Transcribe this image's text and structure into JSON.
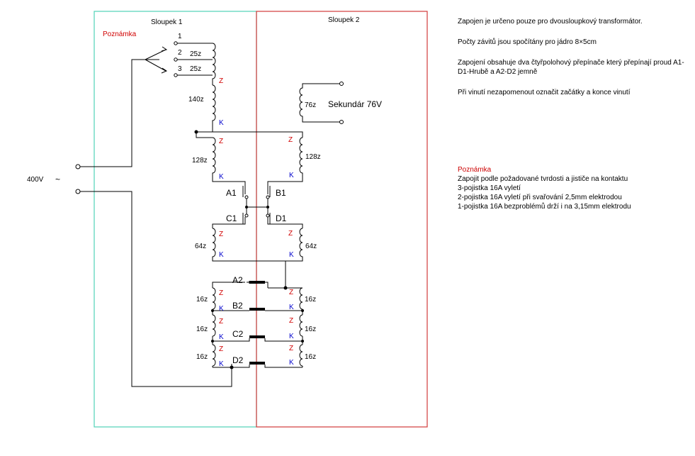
{
  "columns": {
    "col1": "Sloupek 1",
    "col2": "Sloupek 2"
  },
  "colors": {
    "col1_border": "#4fd3b7",
    "col2_border": "#d33b3b",
    "z_marker": "#d00000",
    "k_marker": "#0000cc",
    "note_title": "#cc0000"
  },
  "supply": {
    "voltage": "400V",
    "symbol": "~"
  },
  "note_label": "Poznámka",
  "tap_numbers": [
    "1",
    "2",
    "3"
  ],
  "windings": {
    "tap2": "25z",
    "tap3": "25z",
    "main": "140z",
    "c1_upper": "128z",
    "c2_upper": "128z",
    "c1_mid": "64z",
    "c2_mid": "64z",
    "secondary": "76z",
    "secondary_label": "Sekundár 76V",
    "fine": [
      "16z",
      "16z",
      "16z"
    ]
  },
  "markers": {
    "z": "Z",
    "k": "K"
  },
  "switches": [
    "A1",
    "B1",
    "C1",
    "D1",
    "A2",
    "B2",
    "C2",
    "D2"
  ],
  "notes": {
    "n1": "Zapojen je určeno pouze pro dvousloupkový transformátor.",
    "n2": "Počty závitů jsou spočítány pro jádro 8×5cm",
    "n3": "Zapojení obsahuje dva čtyřpolohový přepínače který přepínají proud A1-D1-Hrubě a A2-D2 jemně",
    "n4": "Při vinutí nezapomenout označit začátky a konce vinutí",
    "title": "Poznámka",
    "lines": [
      "Zapojit podle  požadované  tvrdosti a jističe na kontaktu",
      "3-pojistka 16A vyletí",
      "2-pojistka 16A vyletí při svařování 2,5mm elektrodou",
      "1-pojistka 16A bezproblémů drží i na 3,15mm elektrodu"
    ]
  }
}
